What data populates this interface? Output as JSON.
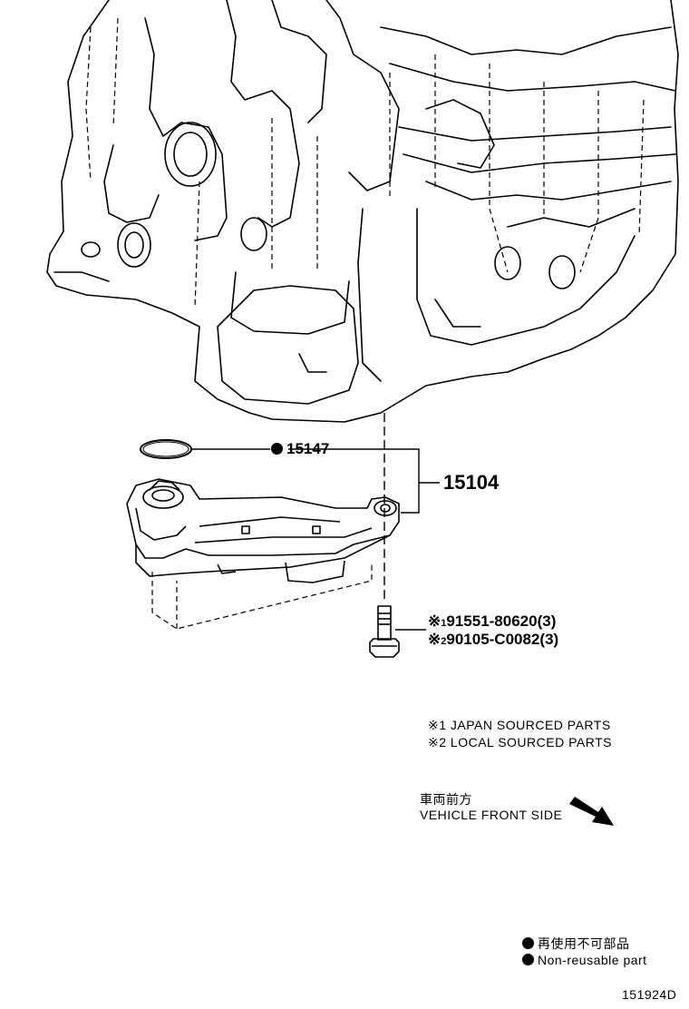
{
  "parts": {
    "gasket": {
      "number": "15147",
      "non_reusable": true
    },
    "strainer_assy": {
      "number": "15104"
    },
    "bolt": [
      {
        "ref": "1",
        "number": "91551-80620",
        "qty": "(3)"
      },
      {
        "ref": "2",
        "number": "90105-C0082",
        "qty": "(3)"
      }
    ]
  },
  "notes": {
    "ref_mark": "※",
    "note1": {
      "ref": "※1",
      "text": "JAPAN SOURCED PARTS"
    },
    "note2": {
      "ref": "※2",
      "text": "LOCAL SOURCED PARTS"
    }
  },
  "direction": {
    "label_ja": "車両前方",
    "label_en": "VEHICLE FRONT SIDE"
  },
  "legend": {
    "non_reusable_ja": "再使用不可部品",
    "non_reusable_en": "Non-reusable part"
  },
  "figure_id": "151924D"
}
